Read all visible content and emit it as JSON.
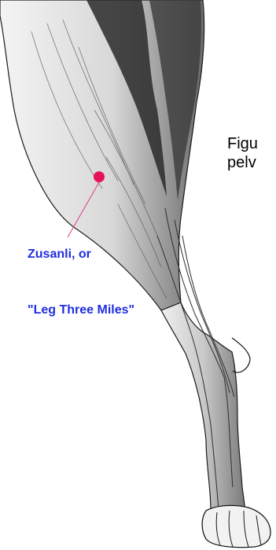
{
  "figure": {
    "caption_lines": [
      "Figu",
      "pelv"
    ],
    "acupoint": {
      "label_lines": [
        "Zusanli, or",
        "\"Leg Three Miles\""
      ],
      "label_color": "#1f2ee0",
      "point_color": "#e8105a",
      "leader_color": "#e2388a"
    },
    "illustration": "dog-hind-leg-muscle-anatomy"
  }
}
